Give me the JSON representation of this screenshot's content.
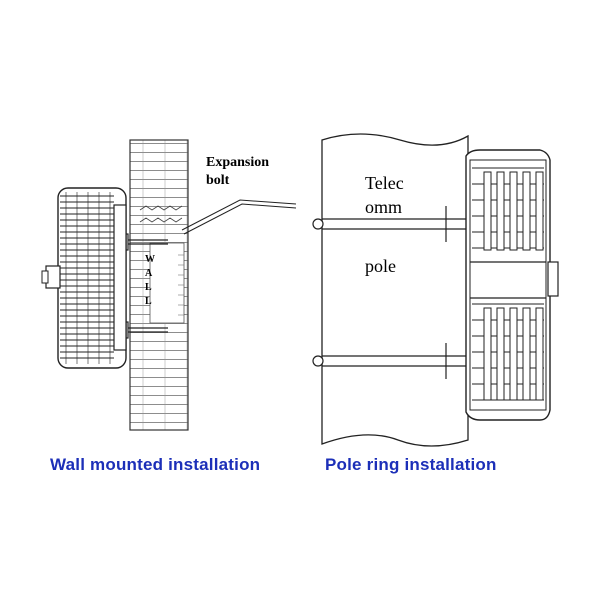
{
  "labels": {
    "expansion_line1": "Expansion",
    "expansion_line2": "bolt",
    "wall_letters": [
      "W",
      "A",
      "L",
      "L"
    ],
    "pole_line1": "Telec",
    "pole_line2": "omm",
    "pole_line3": "pole"
  },
  "captions": {
    "wall": "Wall mounted installation",
    "pole": "Pole ring installation"
  },
  "colors": {
    "caption": "#1c2fb8",
    "line": "#222222"
  }
}
